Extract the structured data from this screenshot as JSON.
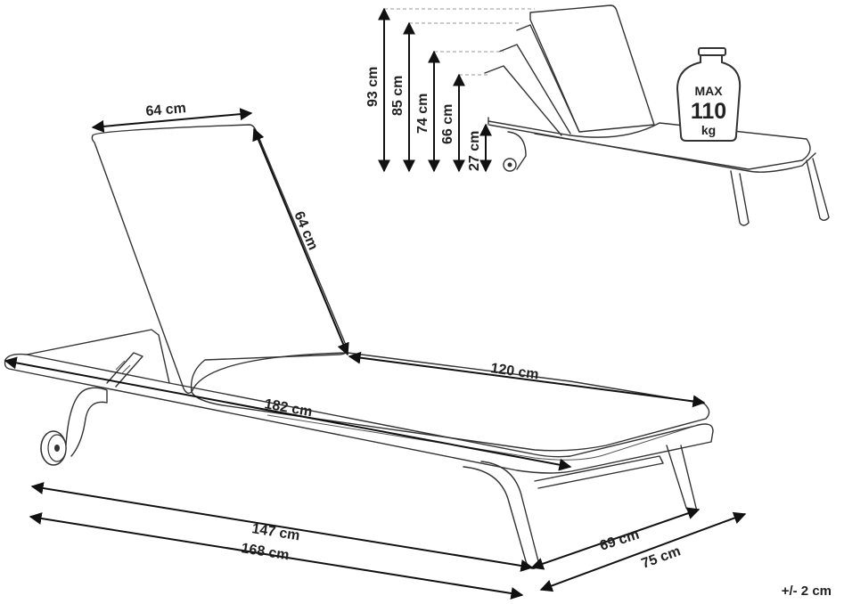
{
  "dimensions": {
    "back_width": "64 cm",
    "back_length": "64 cm",
    "seat_length": "120 cm",
    "total_pad_length": "182 cm",
    "inner_length": "147 cm",
    "overall_length": "168 cm",
    "inner_width": "69 cm",
    "overall_width": "75 cm"
  },
  "heights": [
    "93 cm",
    "85 cm",
    "74 cm",
    "66 cm",
    "27 cm"
  ],
  "weight_badge": {
    "max_label": "MAX",
    "value": "110",
    "unit": "kg"
  },
  "tolerance": "+/- 2 cm"
}
